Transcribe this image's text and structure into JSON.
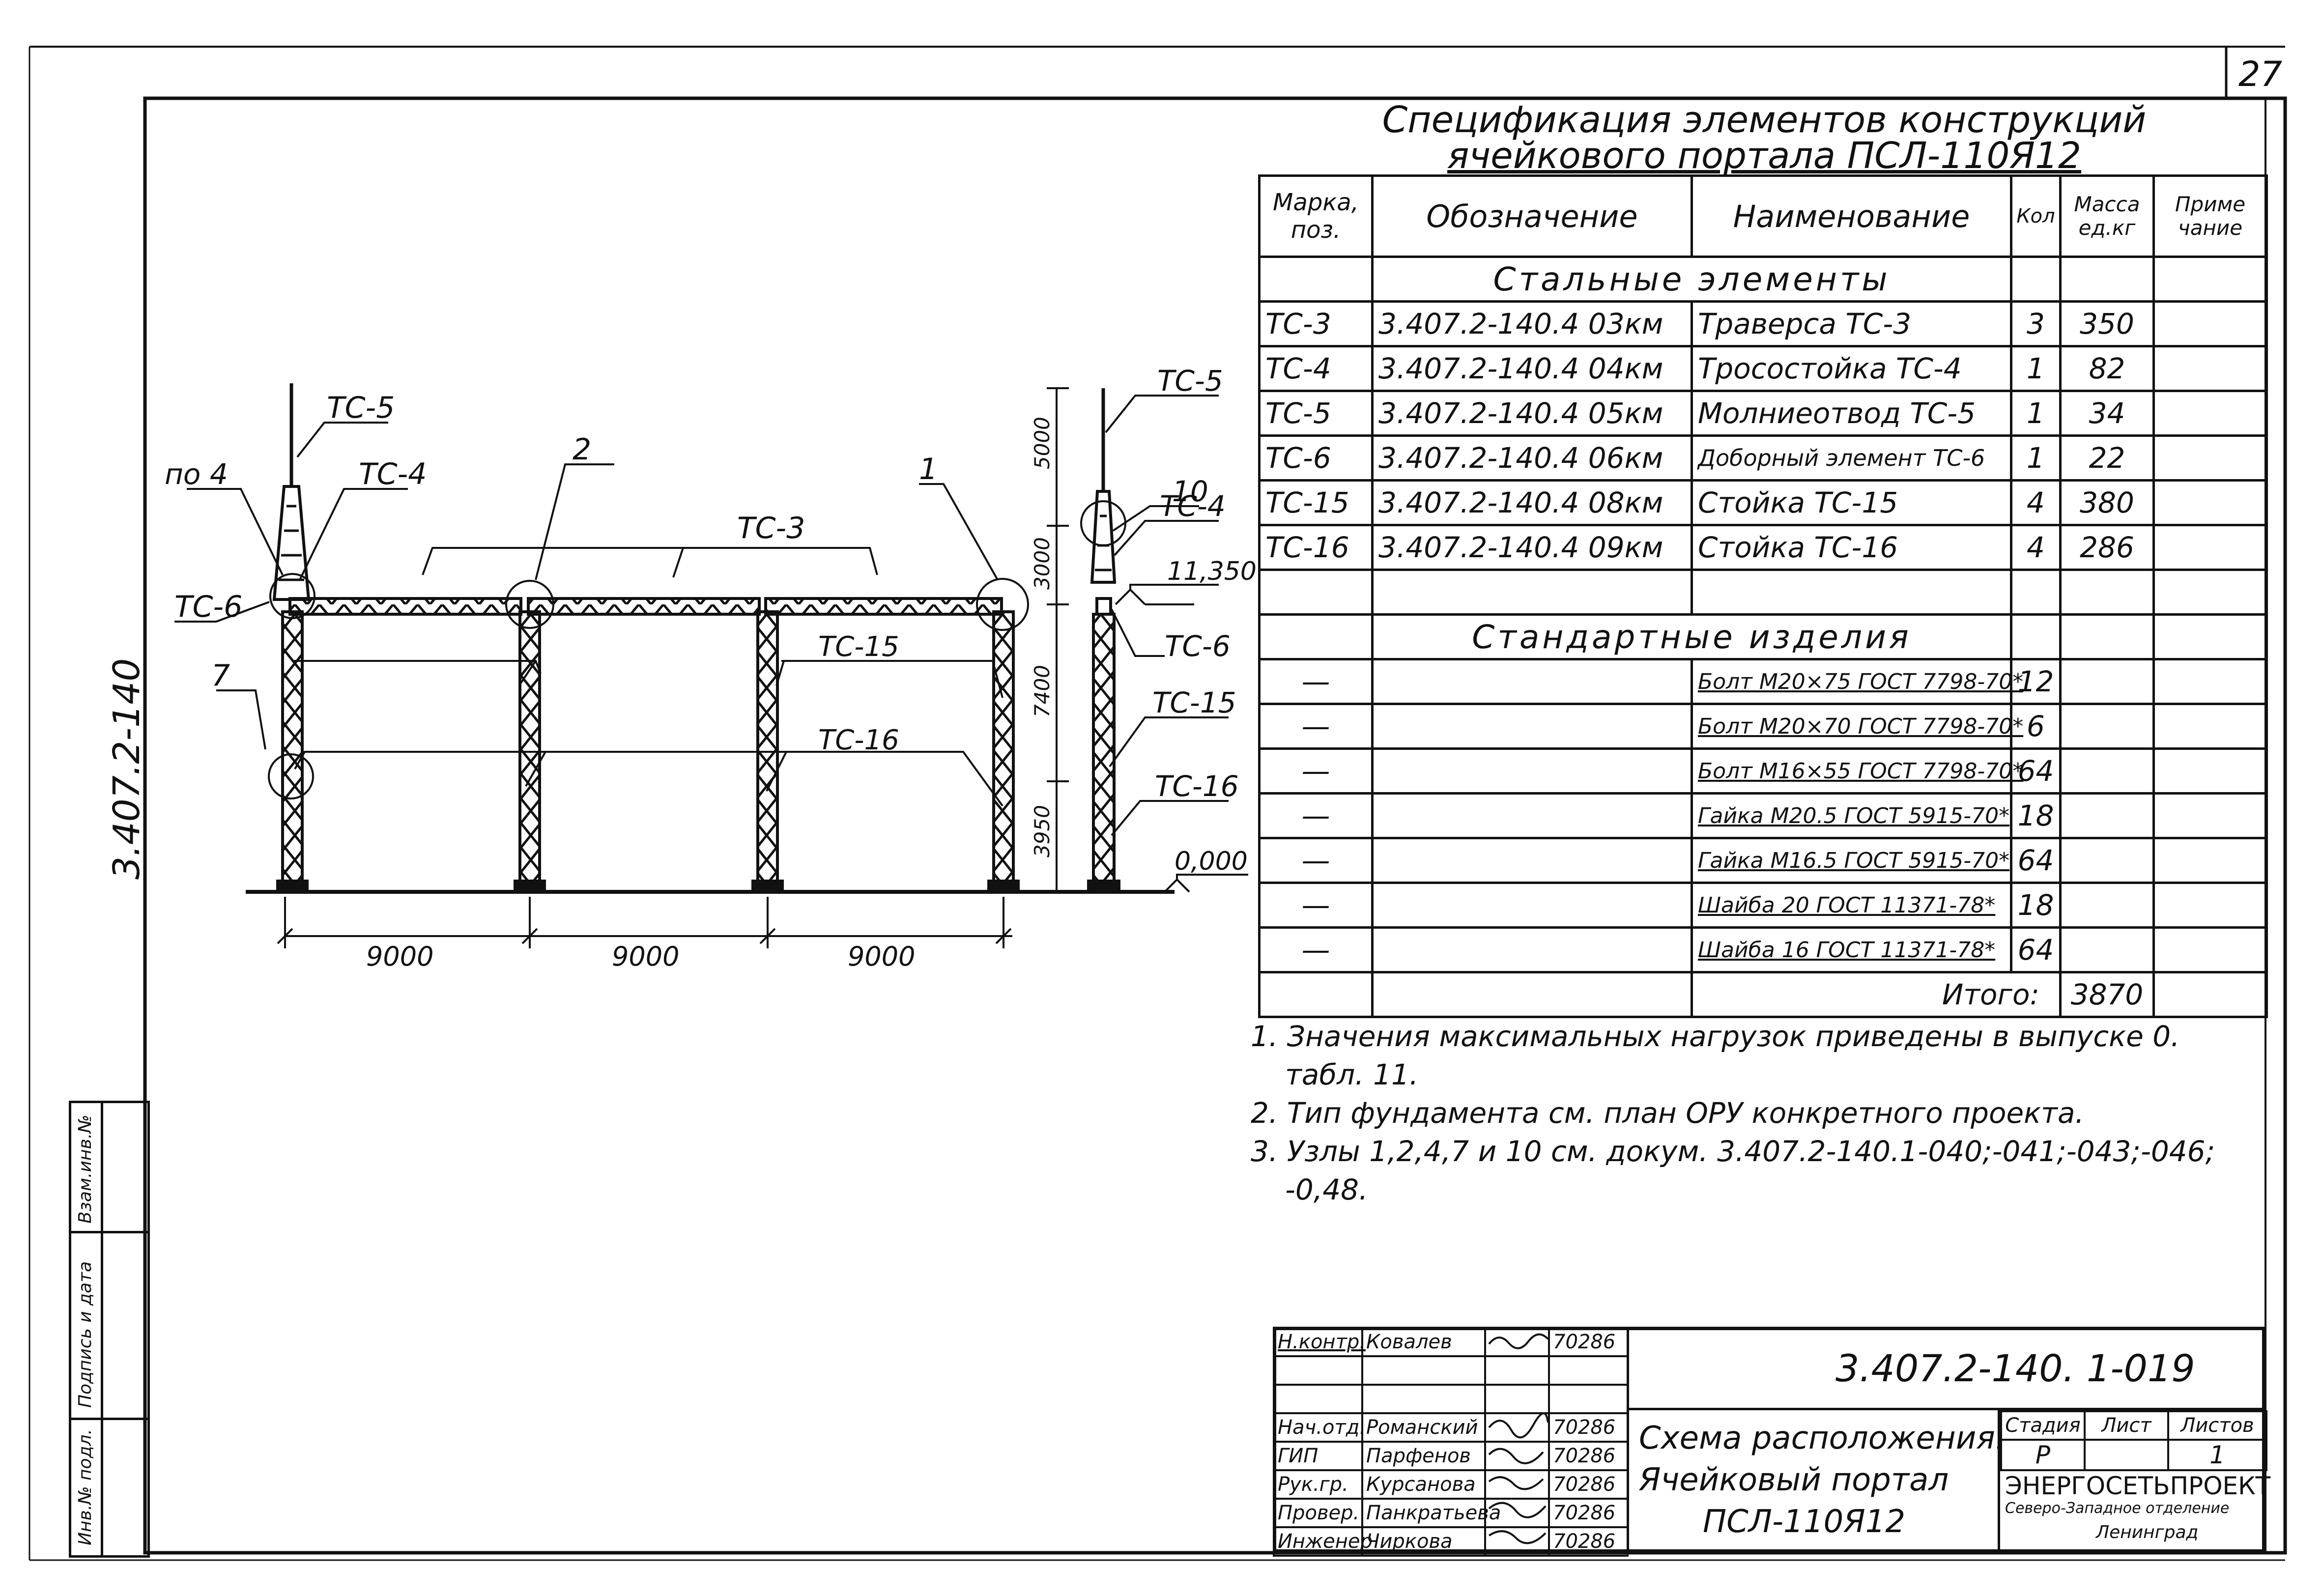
{
  "page_number": "27",
  "side_code": "3.407.2-140",
  "spec": {
    "title_line1": "Спецификация элементов конструкций",
    "title_line2": "ячейкового портала ПСЛ-110Я12",
    "headers": [
      "Марка, поз.",
      "Обозначение",
      "Наименование",
      "Кол",
      "Масса ед.кг",
      "Приме чание"
    ],
    "section_steel": "Стальные элементы",
    "steel_rows": [
      {
        "mark": "ТС-3",
        "code": "3.407.2-140.4 03км",
        "name": "Траверса ТС-3",
        "qty": "3",
        "mass": "350"
      },
      {
        "mark": "ТС-4",
        "code": "3.407.2-140.4 04км",
        "name": "Тросостойка ТС-4",
        "qty": "1",
        "mass": "82"
      },
      {
        "mark": "ТС-5",
        "code": "3.407.2-140.4 05км",
        "name": "Молниеотвод ТС-5",
        "qty": "1",
        "mass": "34"
      },
      {
        "mark": "ТС-6",
        "code": "3.407.2-140.4 06км",
        "name": "Доборный элемент ТС-6",
        "qty": "1",
        "mass": "22"
      },
      {
        "mark": "ТС-15",
        "code": "3.407.2-140.4 08км",
        "name": "Стойка ТС-15",
        "qty": "4",
        "mass": "380"
      },
      {
        "mark": "ТС-16",
        "code": "3.407.2-140.4 09км",
        "name": "Стойка ТС-16",
        "qty": "4",
        "mass": "286"
      }
    ],
    "section_std": "Стандартные изделия",
    "std_rows": [
      {
        "mark": "—",
        "name": "Болт М20×75 ГОСТ 7798-70*",
        "qty": "12"
      },
      {
        "mark": "—",
        "name": "Болт М20×70 ГОСТ 7798-70*",
        "qty": "6"
      },
      {
        "mark": "—",
        "name": "Болт М16×55 ГОСТ 7798-70*",
        "qty": "64"
      },
      {
        "mark": "—",
        "name": "Гайка М20.5 ГОСТ 5915-70*",
        "qty": "18"
      },
      {
        "mark": "—",
        "name": "Гайка М16.5 ГОСТ 5915-70*",
        "qty": "64"
      },
      {
        "mark": "—",
        "name": "Шайба 20 ГОСТ 11371-78*",
        "qty": "18"
      },
      {
        "mark": "—",
        "name": "Шайба 16 ГОСТ 11371-78*",
        "qty": "64"
      }
    ],
    "total_label": "Итого:",
    "total_value": "3870"
  },
  "notes": [
    "1. Значения максимальных нагрузок приведены в выпуске 0.",
    "табл. 11.",
    "2. Тип фундамента см. план ОРУ конкретного проекта.",
    "3. Узлы 1,2,4,7 и 10 см. докум. 3.407.2-140.1-040;-041;-043;-046;",
    "-0,48."
  ],
  "drawing": {
    "labels": {
      "tc5": "ТС-5",
      "tc4": "ТС-4",
      "tc3": "ТС-3",
      "tc6": "ТС-6",
      "tc15": "ТС-15",
      "tc16": "ТС-16",
      "po4": "по 4",
      "n2": "2",
      "n1": "1",
      "n7": "7",
      "n10": "10"
    },
    "spans": [
      "9000",
      "9000",
      "9000"
    ],
    "elevations": {
      "top": "11,350",
      "ground": "0,000"
    },
    "heights": [
      "5000",
      "3000",
      "7400",
      "3950"
    ]
  },
  "title_block": {
    "doc_number": "3.407.2-140. 1-019",
    "description": [
      "Схема расположения.",
      "Ячейковый портал",
      "ПСЛ-110Я12"
    ],
    "roles": [
      {
        "role": "Н.контр.",
        "name": "Ковалев",
        "date": "70286"
      },
      {
        "role": "Нач.отд.",
        "name": "Романский",
        "date": "70286"
      },
      {
        "role": "ГИП",
        "name": "Парфенов",
        "date": "70286"
      },
      {
        "role": "Рук.гр.",
        "name": "Курсанова",
        "date": "70286"
      },
      {
        "role": "Провер.",
        "name": "Панкратьева",
        "date": "70286"
      },
      {
        "role": "Инженер",
        "name": "Чиркова",
        "date": "70286"
      }
    ],
    "stage_headers": [
      "Стадия",
      "Лист",
      "Листов"
    ],
    "stage_values": [
      "Р",
      "",
      "1"
    ],
    "org": [
      "ЭНЕРГОСЕТЬПРОЕКТ",
      "Северо-Западное отделение",
      "Ленинград"
    ]
  },
  "side_stamp": [
    "Инв.№ подл.",
    "Подпись и дата",
    "Взам.инв.№"
  ]
}
